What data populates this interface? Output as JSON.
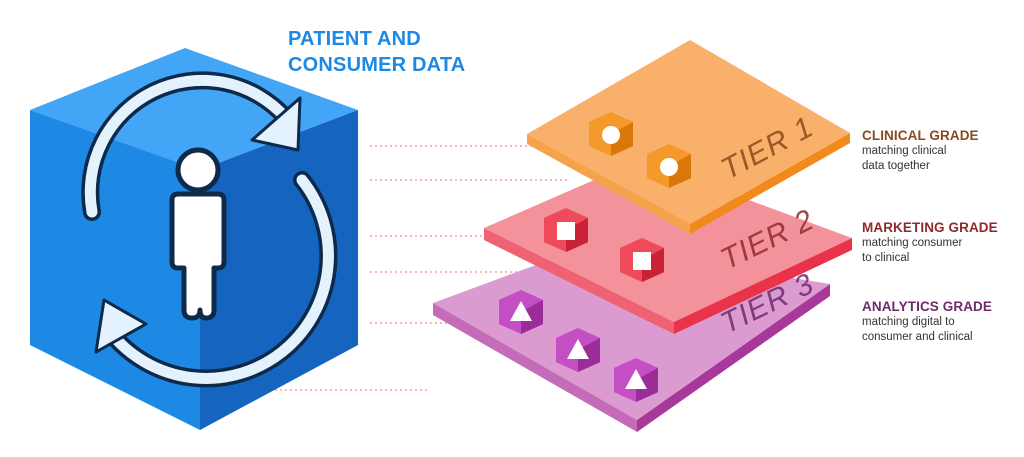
{
  "header": {
    "title_line1": "PATIENT AND",
    "title_line2": "CONSUMER DATA"
  },
  "tiers": [
    {
      "label": "TIER 1",
      "grade": "CLINICAL GRADE",
      "desc_line1": "matching clinical",
      "desc_line2": "data together",
      "grade_color": "#8b4a1e",
      "top_color": "#f9b06b",
      "front_color": "#f08a1c",
      "side_color": "#f4a34a",
      "marker_shape": "circle",
      "marker_light": "#f59a2a",
      "marker_dark": "#d97808"
    },
    {
      "label": "TIER 2",
      "grade": "MARKETING GRADE",
      "desc_line1": "matching consumer",
      "desc_line2": "to clinical",
      "grade_color": "#8e2a2a",
      "top_color": "#f3929a",
      "front_color": "#e83349",
      "side_color": "#ee6272",
      "marker_shape": "square",
      "marker_light": "#ef4a5a",
      "marker_dark": "#c92236"
    },
    {
      "label": "TIER 3",
      "grade": "ANALYTICS GRADE",
      "desc_line1": "matching digital to",
      "desc_line2": "consumer and clinical",
      "grade_color": "#6e2a6b",
      "top_color": "#dc9bd0",
      "front_color": "#a8399b",
      "side_color": "#c46cb7",
      "marker_shape": "triangle",
      "marker_light": "#c44fc4",
      "marker_dark": "#9a2d9a"
    }
  ],
  "icons": {
    "cube": "data-cube-icon",
    "person": "person-icon",
    "cycle": "sync-arrows-icon"
  },
  "colors": {
    "title": "#1e88e5",
    "cube_top": "#42a5f5",
    "cube_left": "#1e88e5",
    "cube_right": "#1565c0",
    "connector": "#f2a0a0"
  }
}
